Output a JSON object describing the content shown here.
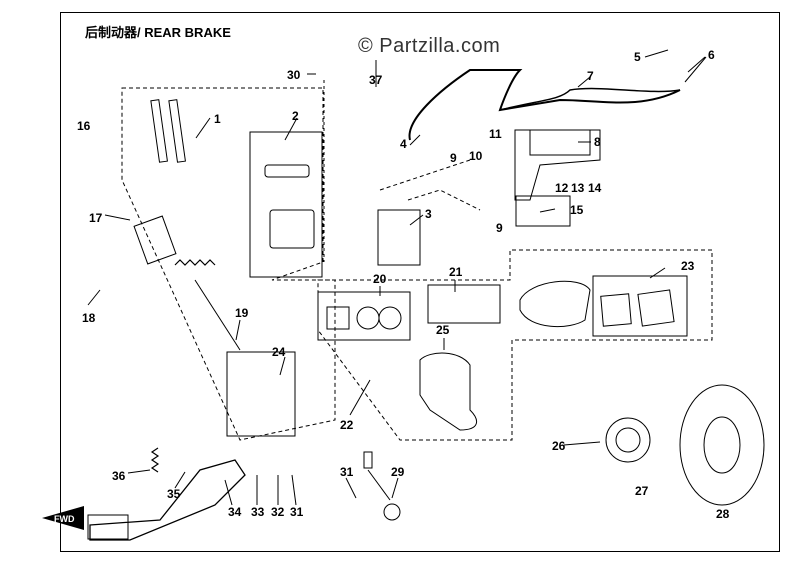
{
  "title": "后制动器/ REAR BRAKE",
  "watermark": "© Partzilla.com",
  "callouts": {
    "n1": "1",
    "n2": "2",
    "n3": "3",
    "n4": "4",
    "n5": "5",
    "n6": "6",
    "n7": "7",
    "n8": "8",
    "n9a": "9",
    "n9b": "9",
    "n10": "10",
    "n11": "11",
    "n12": "12",
    "n13": "13",
    "n14": "14",
    "n15": "15",
    "n16": "16",
    "n17": "17",
    "n18": "18",
    "n19": "19",
    "n20": "20",
    "n21": "21",
    "n22": "22",
    "n23": "23",
    "n24": "24",
    "n25": "25",
    "n26": "26",
    "n27": "27",
    "n28": "28",
    "n29": "29",
    "n30": "30",
    "n31a": "31",
    "n31b": "31",
    "n32": "32",
    "n33": "33",
    "n34": "34",
    "n35": "35",
    "n36": "36",
    "n37": "37"
  },
  "pedal_label": "FWD"
}
